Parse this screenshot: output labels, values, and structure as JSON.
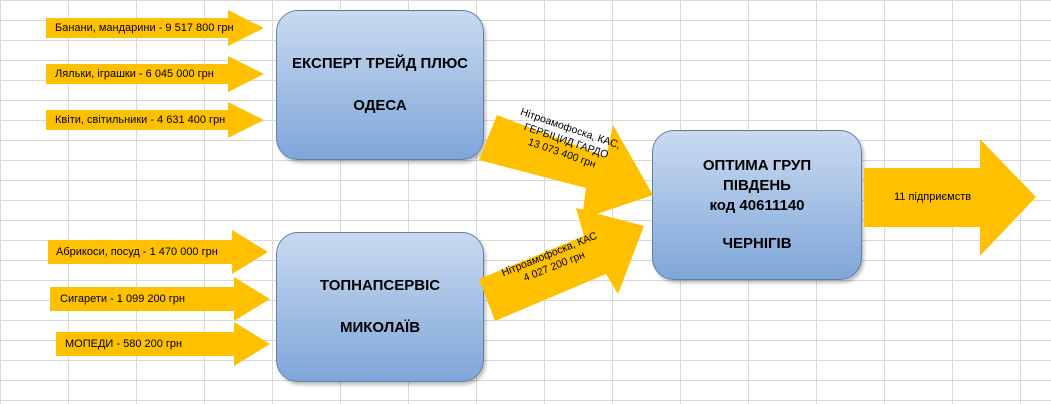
{
  "inputs_odesa": [
    {
      "label": "Банани, мандарини - 9 517 800 грн"
    },
    {
      "label": "Ляльки, іграшки - 6 045 000 грн"
    },
    {
      "label": "Квіти, світильники - 4 631 400 грн"
    }
  ],
  "inputs_mykolaiv": [
    {
      "label": "Абрикоси, посуд - 1 470 000 грн"
    },
    {
      "label": "Сигарети - 1 099 200 грн"
    },
    {
      "label": "МОПЕДИ - 580 200 грн"
    }
  ],
  "box_odesa": {
    "line1": "ЕКСПЕРТ ТРЕЙД ПЛЮС",
    "line2": "ОДЕСА"
  },
  "box_mykolaiv": {
    "line1": "ТОПНАПСЕРВІС",
    "line2": "МИКОЛАЇВ"
  },
  "box_chernihiv": {
    "line1": "ОПТИМА ГРУП",
    "line2": "ПІВДЕНЬ",
    "line3": "код 40611140",
    "line4": "ЧЕРНІГІВ"
  },
  "flow_odesa": {
    "line1": "Нітроамофоска, КАС,",
    "line2": "ГЕРБІЦИД ГАРДО",
    "line3": "13 073 400 грн"
  },
  "flow_mykolaiv": {
    "line1": "Нітроамофоска, КАС",
    "line2": "4 027 200 грн"
  },
  "output": {
    "label": "11 підприємств"
  },
  "colors": {
    "arrow": "#ffc000",
    "box_top": "#c9daf0",
    "box_bottom": "#7fa6d9",
    "grid": "#d9d9d9"
  }
}
